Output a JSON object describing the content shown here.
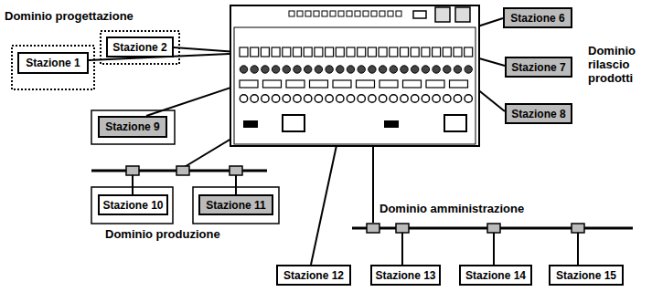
{
  "diagram": {
    "nodes": [
      {
        "text": [
          "Stazione 1"
        ]
      },
      {
        "text": [
          "Stazione 2"
        ]
      },
      {
        "text": [
          "Stazione 6"
        ]
      },
      {
        "text": [
          "Stazione 7"
        ]
      },
      {
        "text": [
          "Stazione 8"
        ]
      },
      {
        "text": [
          "Stazione 9"
        ]
      },
      {
        "text": [
          "Stazione 10"
        ]
      },
      {
        "text": [
          "Stazione 11"
        ]
      },
      {
        "text": [
          "Stazione 12"
        ]
      },
      {
        "text": [
          "Stazione 13"
        ]
      },
      {
        "text": [
          "Stazione 14"
        ]
      },
      {
        "text": [
          "Stazione 15"
        ]
      }
    ],
    "labels": [
      "Dominio progettazione",
      "Dominio rilascio prodotti",
      "Dominio produzione",
      "Dominio amministrazione"
    ]
  }
}
